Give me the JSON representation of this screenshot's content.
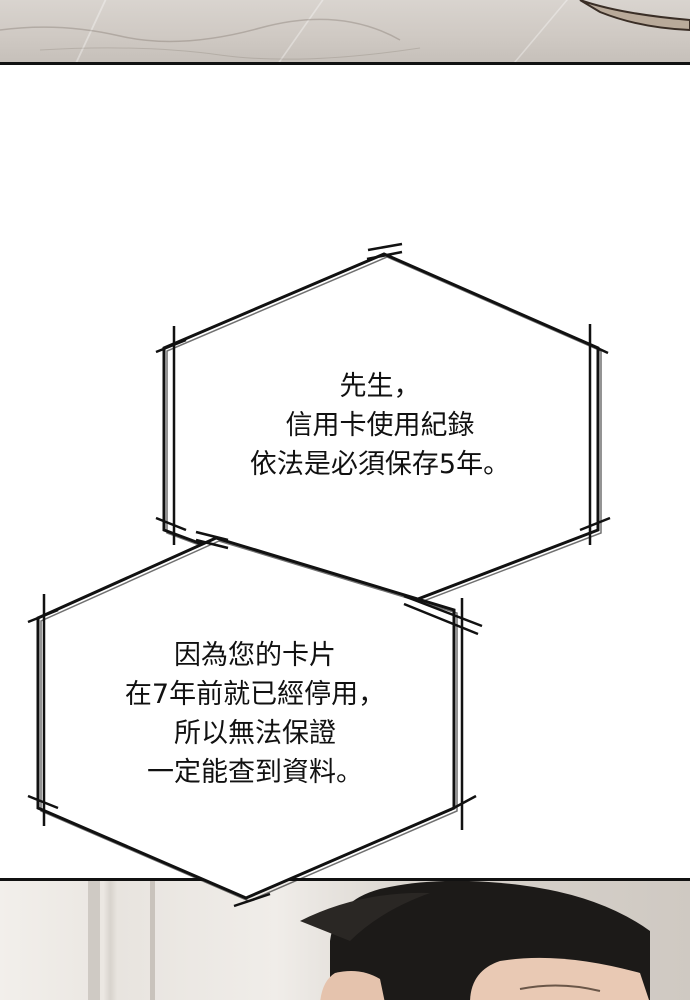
{
  "bubbles": [
    {
      "lines": [
        "先生，",
        "信用卡使用紀錄",
        "依法是必須保存5年。"
      ]
    },
    {
      "lines": [
        "因為您的卡片",
        "在7年前就已經停用，",
        "所以無法保證",
        "一定能查到資料。"
      ]
    }
  ],
  "colors": {
    "ink": "#111111",
    "paper": "#ffffff",
    "hair": "#1c1a18",
    "skin": "#e9c9b4"
  }
}
